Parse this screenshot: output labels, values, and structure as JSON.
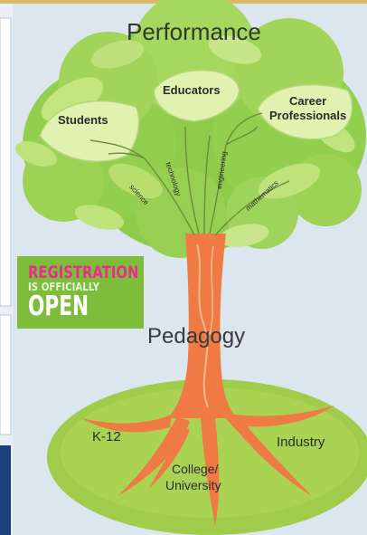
{
  "diagram": {
    "canopy_title": "Performance",
    "leaves": {
      "students": "Students",
      "educators": "Educators",
      "career_professionals_line1": "Career",
      "career_professionals_line2": "Professionals"
    },
    "branches": {
      "science": "science",
      "technology": "technology",
      "engineering": "engineering",
      "mathematics": "mathematics"
    },
    "trunk_label": "Pedagogy",
    "roots": {
      "k12": "K-12",
      "college_line1": "College/",
      "college_line2": "University",
      "industry": "Industry"
    }
  },
  "registration_badge": {
    "line1": "REGISTRATION",
    "line2": "IS OFFICIALLY",
    "line3": "OPEN"
  },
  "colors": {
    "canopy": "#9cd45a",
    "leaf_light": "#d6ee9a",
    "trunk": "#ef7a44",
    "ground": "#9fcc4a",
    "badge_bg": "#7dbd3b",
    "badge_accent": "#e62e8a"
  }
}
